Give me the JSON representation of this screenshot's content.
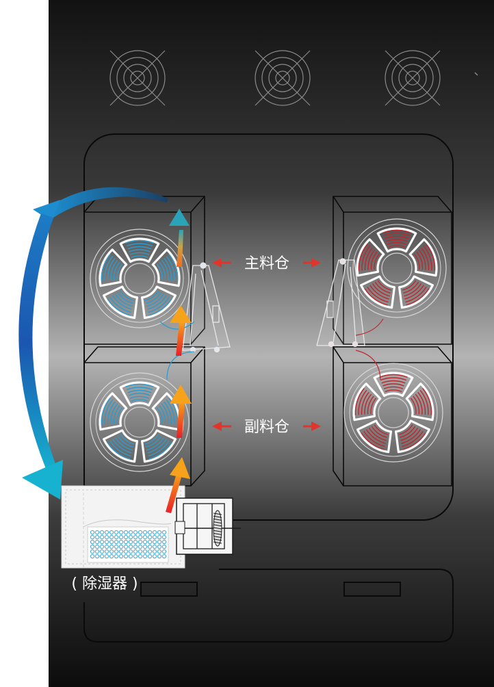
{
  "labels": {
    "main_bay": "主料仓",
    "sub_bay": "副料仓",
    "dehumidifier": "( 除湿器 )"
  },
  "colors": {
    "cabinet_dark": "#141414",
    "cabinet_light": "#b4b4b4",
    "dry_spool": "#2a9bd1",
    "wet_spool": "#c0272d",
    "arrow_red": "#e0352b",
    "airflow_warm": "#f0501e",
    "airflow_cool": "#1d79c2"
  },
  "icons": [
    "fan-grille-icon",
    "airflow-arrow-icon",
    "filament-spool-icon",
    "double-arrow-icon"
  ]
}
